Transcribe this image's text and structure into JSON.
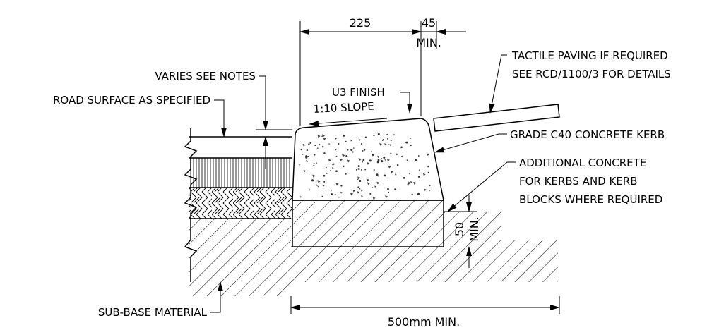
{
  "dimensions": {
    "kerb_width": "225",
    "offset_value": "45",
    "offset_note": "MIN.",
    "bed_value": "50",
    "bed_note": "MIN.",
    "overall_width": "500mm MIN."
  },
  "labels": {
    "tactile_line1": "TACTILE PAVING IF REQUIRED",
    "tactile_line2": "SEE RCD/1100/3 FOR DETAILS",
    "varies": "VARIES SEE NOTES",
    "road_surface": "ROAD SURFACE AS SPECIFIED",
    "finish": "U3 FINISH",
    "slope": "1:10 SLOPE",
    "kerb_grade": "GRADE C40 CONCRETE KERB",
    "additional_line1": "ADDITIONAL CONCRETE",
    "additional_line2": "FOR KERBS AND KERB",
    "additional_line3": "BLOCKS WHERE REQUIRED",
    "sub_base": "SUB-BASE MATERIAL"
  }
}
